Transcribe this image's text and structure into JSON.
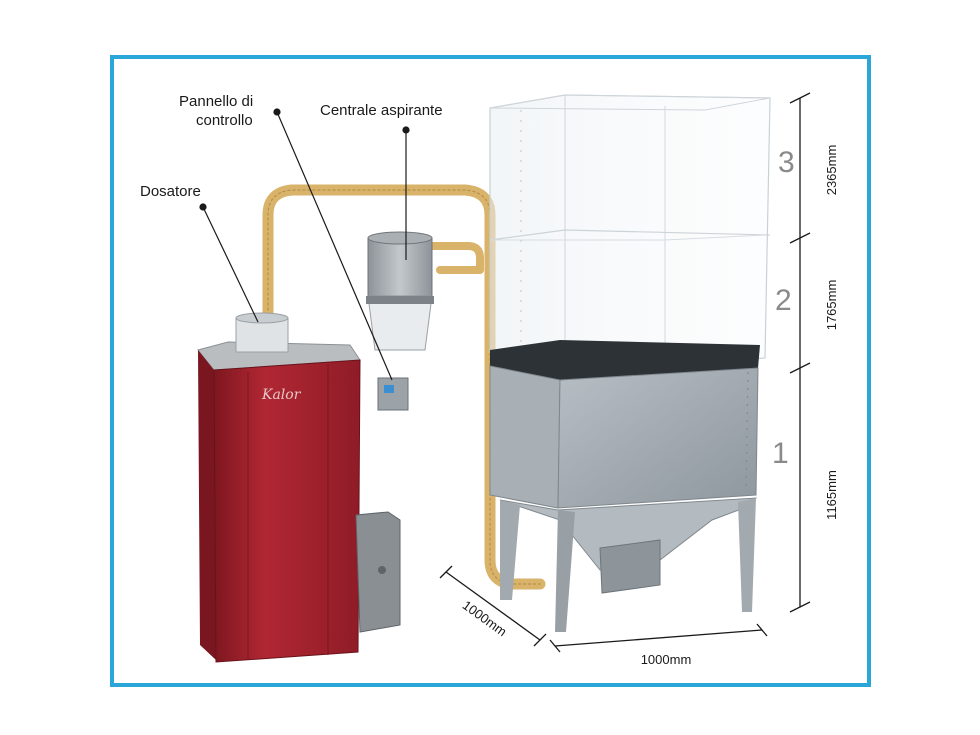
{
  "labels": {
    "dosatore": "Dosatore",
    "pannello_line1": "Pannello di",
    "pannello_line2": "controllo",
    "centrale": "Centrale aspirante",
    "brand": "Kalor"
  },
  "levels": {
    "level3": "3",
    "level2": "2",
    "level1": "1"
  },
  "dimensions": {
    "h3": "2365mm",
    "h2": "1765mm",
    "h1": "1165mm",
    "depth": "1000mm",
    "width": "1000mm"
  },
  "colors": {
    "frame": "#2aa7d8",
    "boiler": "#a8242f",
    "hose": "#d9b36a",
    "silo_metal": "#9aa3aa"
  }
}
